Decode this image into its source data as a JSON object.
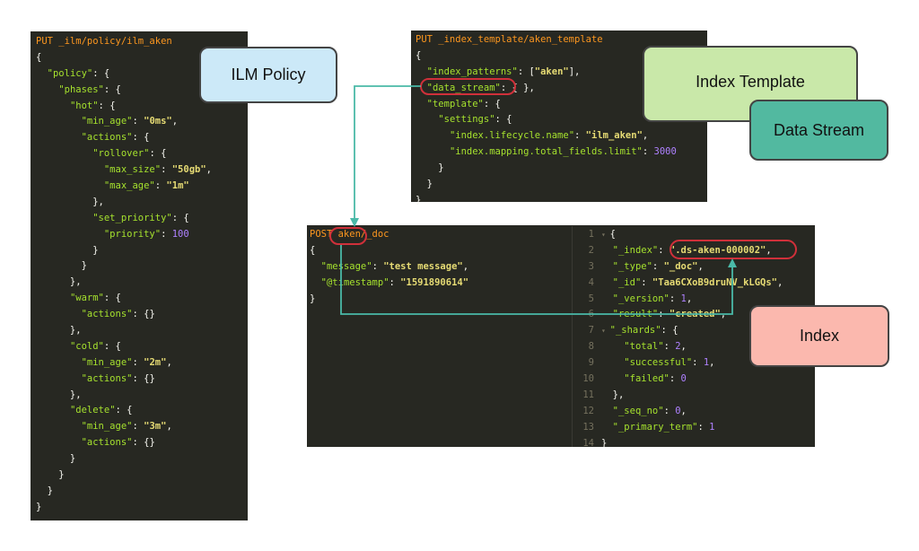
{
  "ilm_policy_code": [
    [
      [
        "m",
        "PUT _ilm/policy/ilm_aken"
      ]
    ],
    [
      [
        "p",
        "{"
      ]
    ],
    [
      [
        "p",
        "  "
      ],
      [
        "k",
        "\"policy\""
      ],
      [
        "p",
        ": {"
      ]
    ],
    [
      [
        "p",
        "    "
      ],
      [
        "k",
        "\"phases\""
      ],
      [
        "p",
        ": {"
      ]
    ],
    [
      [
        "p",
        "      "
      ],
      [
        "k",
        "\"hot\""
      ],
      [
        "p",
        ": {"
      ]
    ],
    [
      [
        "p",
        "        "
      ],
      [
        "k",
        "\"min_age\""
      ],
      [
        "p",
        ": "
      ],
      [
        "s",
        "\"0ms\""
      ],
      [
        "p",
        ","
      ]
    ],
    [
      [
        "p",
        "        "
      ],
      [
        "k",
        "\"actions\""
      ],
      [
        "p",
        ": {"
      ]
    ],
    [
      [
        "p",
        "          "
      ],
      [
        "k",
        "\"rollover\""
      ],
      [
        "p",
        ": {"
      ]
    ],
    [
      [
        "p",
        "            "
      ],
      [
        "k",
        "\"max_size\""
      ],
      [
        "p",
        ": "
      ],
      [
        "s",
        "\"50gb\""
      ],
      [
        "p",
        ","
      ]
    ],
    [
      [
        "p",
        "            "
      ],
      [
        "k",
        "\"max_age\""
      ],
      [
        "p",
        ": "
      ],
      [
        "s",
        "\"1m\""
      ]
    ],
    [
      [
        "p",
        "          },"
      ]
    ],
    [
      [
        "p",
        "          "
      ],
      [
        "k",
        "\"set_priority\""
      ],
      [
        "p",
        ": {"
      ]
    ],
    [
      [
        "p",
        "            "
      ],
      [
        "k",
        "\"priority\""
      ],
      [
        "p",
        ": "
      ],
      [
        "n",
        "100"
      ]
    ],
    [
      [
        "p",
        "          }"
      ]
    ],
    [
      [
        "p",
        "        }"
      ]
    ],
    [
      [
        "p",
        "      },"
      ]
    ],
    [
      [
        "p",
        "      "
      ],
      [
        "k",
        "\"warm\""
      ],
      [
        "p",
        ": {"
      ]
    ],
    [
      [
        "p",
        "        "
      ],
      [
        "k",
        "\"actions\""
      ],
      [
        "p",
        ": {}"
      ]
    ],
    [
      [
        "p",
        "      },"
      ]
    ],
    [
      [
        "p",
        "      "
      ],
      [
        "k",
        "\"cold\""
      ],
      [
        "p",
        ": {"
      ]
    ],
    [
      [
        "p",
        "        "
      ],
      [
        "k",
        "\"min_age\""
      ],
      [
        "p",
        ": "
      ],
      [
        "s",
        "\"2m\""
      ],
      [
        "p",
        ","
      ]
    ],
    [
      [
        "p",
        "        "
      ],
      [
        "k",
        "\"actions\""
      ],
      [
        "p",
        ": {}"
      ]
    ],
    [
      [
        "p",
        "      },"
      ]
    ],
    [
      [
        "p",
        "      "
      ],
      [
        "k",
        "\"delete\""
      ],
      [
        "p",
        ": {"
      ]
    ],
    [
      [
        "p",
        "        "
      ],
      [
        "k",
        "\"min_age\""
      ],
      [
        "p",
        ": "
      ],
      [
        "s",
        "\"3m\""
      ],
      [
        "p",
        ","
      ]
    ],
    [
      [
        "p",
        "        "
      ],
      [
        "k",
        "\"actions\""
      ],
      [
        "p",
        ": {}"
      ]
    ],
    [
      [
        "p",
        "      }"
      ]
    ],
    [
      [
        "p",
        "    }"
      ]
    ],
    [
      [
        "p",
        "  }"
      ]
    ],
    [
      [
        "p",
        "}"
      ]
    ]
  ],
  "index_template_code": [
    [
      [
        "m",
        "PUT _index_template/aken_template"
      ]
    ],
    [
      [
        "p",
        "{"
      ]
    ],
    [
      [
        "p",
        "  "
      ],
      [
        "k",
        "\"index_patterns\""
      ],
      [
        "p",
        ": ["
      ],
      [
        "s",
        "\"aken\""
      ],
      [
        "p",
        "],"
      ]
    ],
    [
      [
        "p",
        "  "
      ],
      [
        "k",
        "\"data_stream\""
      ],
      [
        "p",
        ": { },"
      ]
    ],
    [
      [
        "p",
        "  "
      ],
      [
        "k",
        "\"template\""
      ],
      [
        "p",
        ": {"
      ]
    ],
    [
      [
        "p",
        "    "
      ],
      [
        "k",
        "\"settings\""
      ],
      [
        "p",
        ": {"
      ]
    ],
    [
      [
        "p",
        "      "
      ],
      [
        "k",
        "\"index.lifecycle.name\""
      ],
      [
        "p",
        ": "
      ],
      [
        "s",
        "\"ilm_aken\""
      ],
      [
        "p",
        ","
      ]
    ],
    [
      [
        "p",
        "      "
      ],
      [
        "k",
        "\"index.mapping.total_fields.limit\""
      ],
      [
        "p",
        ": "
      ],
      [
        "n",
        "3000"
      ]
    ],
    [
      [
        "p",
        "    }"
      ]
    ],
    [
      [
        "p",
        "  }"
      ]
    ],
    [
      [
        "p",
        "}"
      ]
    ]
  ],
  "post_doc_code": [
    [
      [
        "m",
        "POST aken/_doc"
      ]
    ],
    [
      [
        "p",
        "{"
      ]
    ],
    [
      [
        "p",
        "  "
      ],
      [
        "k",
        "\"message\""
      ],
      [
        "p",
        ": "
      ],
      [
        "s",
        "\"test message\""
      ],
      [
        "p",
        ","
      ]
    ],
    [
      [
        "p",
        "  "
      ],
      [
        "k",
        "\"@timestamp\""
      ],
      [
        "p",
        ": "
      ],
      [
        "s",
        "\"1591890614\""
      ]
    ],
    [
      [
        "p",
        "}"
      ]
    ]
  ],
  "response_code": [
    [
      [
        "g",
        "1"
      ],
      [
        "gm",
        "▾ "
      ],
      [
        "p",
        "{"
      ]
    ],
    [
      [
        "g",
        "2"
      ],
      [
        "p",
        "  "
      ],
      [
        "k",
        "\"_index\""
      ],
      [
        "p",
        ": "
      ],
      [
        "s",
        "\".ds-aken-000002\""
      ],
      [
        "p",
        ","
      ]
    ],
    [
      [
        "g",
        "3"
      ],
      [
        "p",
        "  "
      ],
      [
        "k",
        "\"_type\""
      ],
      [
        "p",
        ": "
      ],
      [
        "s",
        "\"_doc\""
      ],
      [
        "p",
        ","
      ]
    ],
    [
      [
        "g",
        "4"
      ],
      [
        "p",
        "  "
      ],
      [
        "k",
        "\"_id\""
      ],
      [
        "p",
        ": "
      ],
      [
        "s",
        "\"Taa6CXoB9druNV_kLGQs\""
      ],
      [
        "p",
        ","
      ]
    ],
    [
      [
        "g",
        "5"
      ],
      [
        "p",
        "  "
      ],
      [
        "k",
        "\"_version\""
      ],
      [
        "p",
        ": "
      ],
      [
        "n",
        "1"
      ],
      [
        "p",
        ","
      ]
    ],
    [
      [
        "g",
        "6"
      ],
      [
        "p",
        "  "
      ],
      [
        "k",
        "\"result\""
      ],
      [
        "p",
        ": "
      ],
      [
        "s",
        "\"created\""
      ],
      [
        "p",
        ","
      ]
    ],
    [
      [
        "g",
        "7"
      ],
      [
        "gm",
        "▾ "
      ],
      [
        "k",
        "\"_shards\""
      ],
      [
        "p",
        ": {"
      ]
    ],
    [
      [
        "g",
        "8"
      ],
      [
        "p",
        "    "
      ],
      [
        "k",
        "\"total\""
      ],
      [
        "p",
        ": "
      ],
      [
        "n",
        "2"
      ],
      [
        "p",
        ","
      ]
    ],
    [
      [
        "g",
        "9"
      ],
      [
        "p",
        "    "
      ],
      [
        "k",
        "\"successful\""
      ],
      [
        "p",
        ": "
      ],
      [
        "n",
        "1"
      ],
      [
        "p",
        ","
      ]
    ],
    [
      [
        "g",
        "10"
      ],
      [
        "p",
        "    "
      ],
      [
        "k",
        "\"failed\""
      ],
      [
        "p",
        ": "
      ],
      [
        "n",
        "0"
      ]
    ],
    [
      [
        "g",
        "11"
      ],
      [
        "p",
        "  },"
      ]
    ],
    [
      [
        "g",
        "12"
      ],
      [
        "p",
        "  "
      ],
      [
        "k",
        "\"_seq_no\""
      ],
      [
        "p",
        ": "
      ],
      [
        "n",
        "0"
      ],
      [
        "p",
        ","
      ]
    ],
    [
      [
        "g",
        "13"
      ],
      [
        "p",
        "  "
      ],
      [
        "k",
        "\"_primary_term\""
      ],
      [
        "p",
        ": "
      ],
      [
        "n",
        "1"
      ]
    ],
    [
      [
        "g",
        "14"
      ],
      [
        "p",
        "}"
      ]
    ]
  ],
  "labels": {
    "ilm_policy": "ILM Policy",
    "index_template": "Index Template",
    "data_stream": "Data Stream",
    "index": "Index"
  },
  "colors": {
    "ilm_policy_box": "#cce9f8",
    "index_template_box": "#c9e8a9",
    "data_stream_box": "#52b9a0",
    "index_box": "#fbb8ae",
    "highlight": "#d0303a",
    "connector": "#4ab9a8"
  }
}
